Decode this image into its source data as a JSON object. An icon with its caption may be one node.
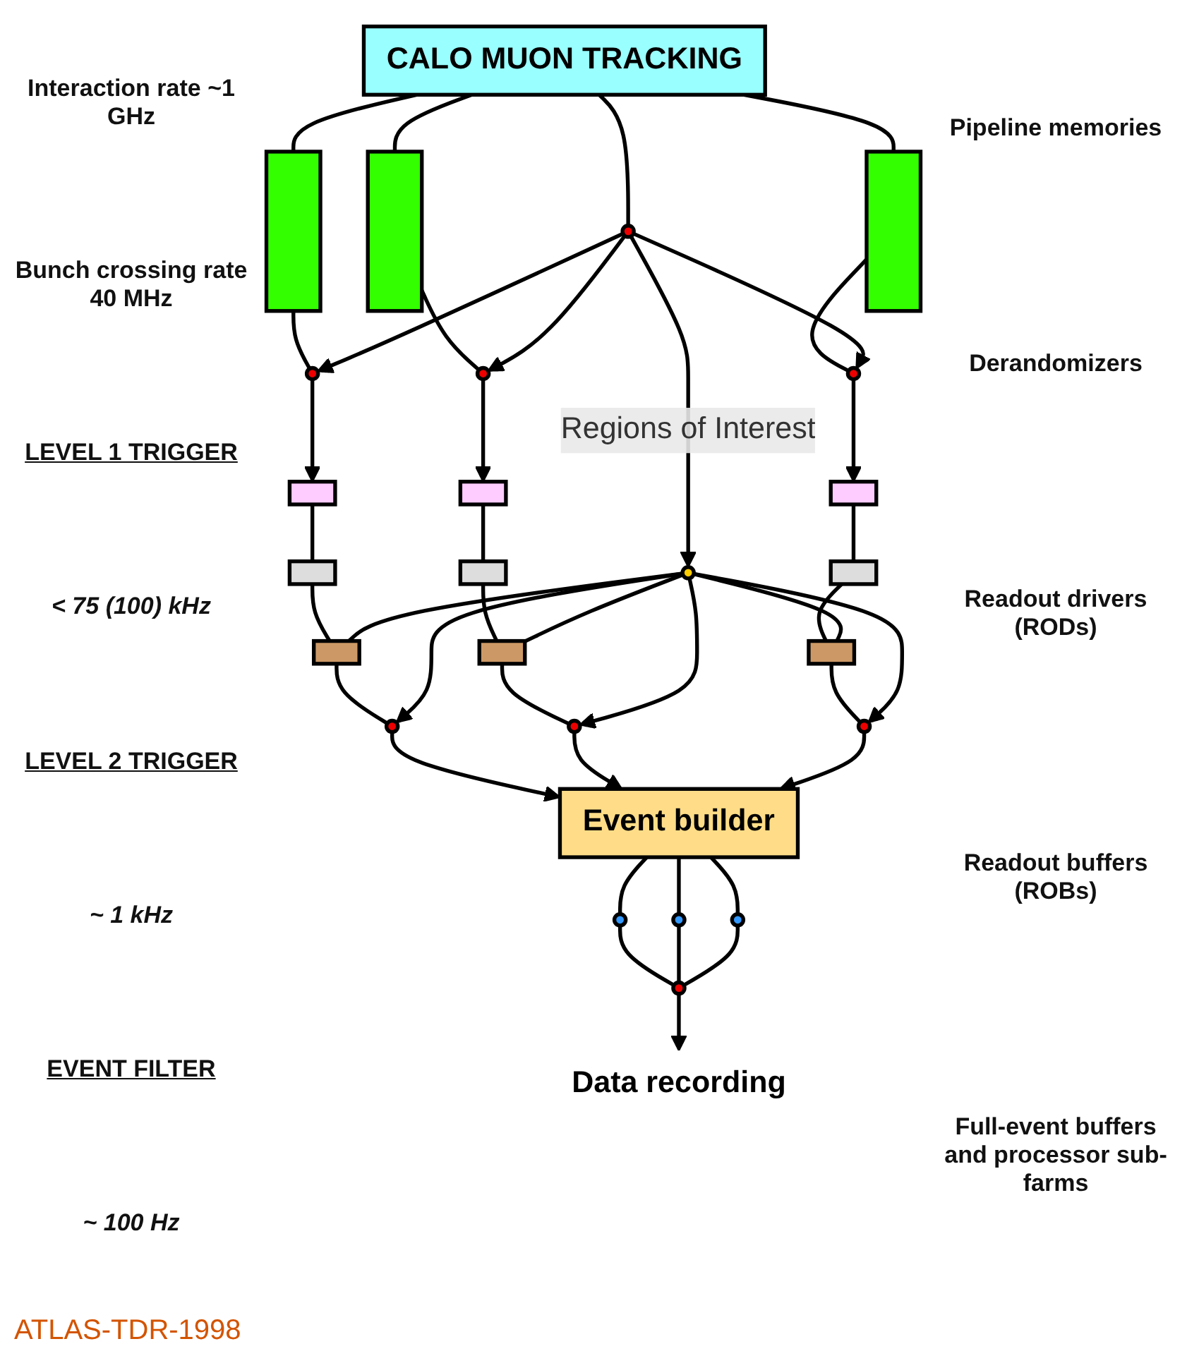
{
  "diagram": {
    "caption": "ATLAS-TDR-1998",
    "nodes": [
      {
        "text": [
          "CALO MUON TRACKING"
        ]
      },
      {
        "text": [],
        "shape": "circle"
      },
      {
        "text": [],
        "shape": "bar"
      },
      {
        "text": [],
        "shape": "bar"
      },
      {
        "text": [],
        "shape": "bar"
      },
      {
        "text": [],
        "shape": "circle"
      },
      {
        "text": [],
        "shape": "circle"
      },
      {
        "text": [],
        "shape": "circle"
      },
      {
        "text": [],
        "shape": "box"
      },
      {
        "text": [],
        "shape": "box"
      },
      {
        "text": [],
        "shape": "box"
      },
      {
        "text": [],
        "shape": "box"
      },
      {
        "text": [],
        "shape": "box"
      },
      {
        "text": [],
        "shape": "box"
      },
      {
        "text": [],
        "shape": "circle"
      },
      {
        "text": [],
        "shape": "box"
      },
      {
        "text": [],
        "shape": "box"
      },
      {
        "text": [],
        "shape": "box"
      },
      {
        "text": [],
        "shape": "circle"
      },
      {
        "text": [],
        "shape": "circle"
      },
      {
        "text": [],
        "shape": "circle"
      },
      {
        "text": [
          "Event builder"
        ]
      },
      {
        "text": [],
        "shape": "circle"
      },
      {
        "text": [],
        "shape": "circle"
      },
      {
        "text": [],
        "shape": "circle"
      },
      {
        "text": [],
        "shape": "circle"
      },
      {
        "text": [
          "Data recording"
        ]
      }
    ],
    "edges": [
      {
        "from": 0,
        "to": 1,
        "arrow": "none"
      },
      {
        "from": 0,
        "to": 2,
        "arrow": "none"
      },
      {
        "from": 0,
        "to": 3,
        "arrow": "none"
      },
      {
        "from": 0,
        "to": 4,
        "arrow": "none"
      },
      {
        "from": 2,
        "to": 5,
        "arrow": "none"
      },
      {
        "from": 3,
        "to": 6,
        "arrow": "none"
      },
      {
        "from": 4,
        "to": 7,
        "arrow": "none"
      },
      {
        "from": 1,
        "to": 5,
        "arrow": "to"
      },
      {
        "from": 1,
        "to": 6,
        "arrow": "to"
      },
      {
        "from": 1,
        "to": 7,
        "arrow": "to"
      },
      {
        "from": 5,
        "to": 8,
        "arrow": "to"
      },
      {
        "from": 6,
        "to": 9,
        "arrow": "to"
      },
      {
        "from": 7,
        "to": 10,
        "arrow": "to"
      },
      {
        "from": 8,
        "to": 11,
        "arrow": "none"
      },
      {
        "from": 9,
        "to": 12,
        "arrow": "none"
      },
      {
        "from": 10,
        "to": 13,
        "arrow": "none"
      },
      {
        "from": 1,
        "to": 14,
        "label": "Regions of Interest",
        "arrow": "to"
      },
      {
        "from": 11,
        "to": 15,
        "arrow": "none"
      },
      {
        "from": 12,
        "to": 16,
        "arrow": "none"
      },
      {
        "from": 13,
        "to": 17,
        "arrow": "none"
      },
      {
        "from": 14,
        "to": 15,
        "arrow": "none"
      },
      {
        "from": 14,
        "to": 16,
        "arrow": "none"
      },
      {
        "from": 14,
        "to": 17,
        "arrow": "none"
      },
      {
        "from": 15,
        "to": 18,
        "arrow": "none"
      },
      {
        "from": 16,
        "to": 19,
        "arrow": "none"
      },
      {
        "from": 17,
        "to": 20,
        "arrow": "none"
      },
      {
        "from": 14,
        "to": 18,
        "arrow": "to"
      },
      {
        "from": 14,
        "to": 19,
        "arrow": "to"
      },
      {
        "from": 14,
        "to": 20,
        "arrow": "to"
      },
      {
        "from": 18,
        "to": 21,
        "arrow": "to"
      },
      {
        "from": 19,
        "to": 21,
        "arrow": "to"
      },
      {
        "from": 20,
        "to": 21,
        "arrow": "to"
      },
      {
        "from": 21,
        "to": 22,
        "arrow": "none"
      },
      {
        "from": 21,
        "to": 23,
        "arrow": "none"
      },
      {
        "from": 21,
        "to": 24,
        "arrow": "none"
      },
      {
        "from": 22,
        "to": 25,
        "arrow": "none"
      },
      {
        "from": 23,
        "to": 25,
        "arrow": "none"
      },
      {
        "from": 24,
        "to": 25,
        "arrow": "none"
      },
      {
        "from": 25,
        "to": 26,
        "arrow": "to"
      }
    ],
    "labels": [
      "Interaction rate ~1 GHz",
      "Bunch crossing rate 40 MHz",
      "LEVEL 1 TRIGGER",
      "Pipeline memories",
      "< 75 (100) kHz",
      "Derandomizers",
      "Readout drivers (RODs)",
      "LEVEL 2 TRIGGER",
      "Readout buffers (ROBs)",
      "~ 1 kHz",
      "EVENT FILTER",
      "Full-event buffers and processor sub-farms",
      "~ 100 Hz"
    ]
  }
}
